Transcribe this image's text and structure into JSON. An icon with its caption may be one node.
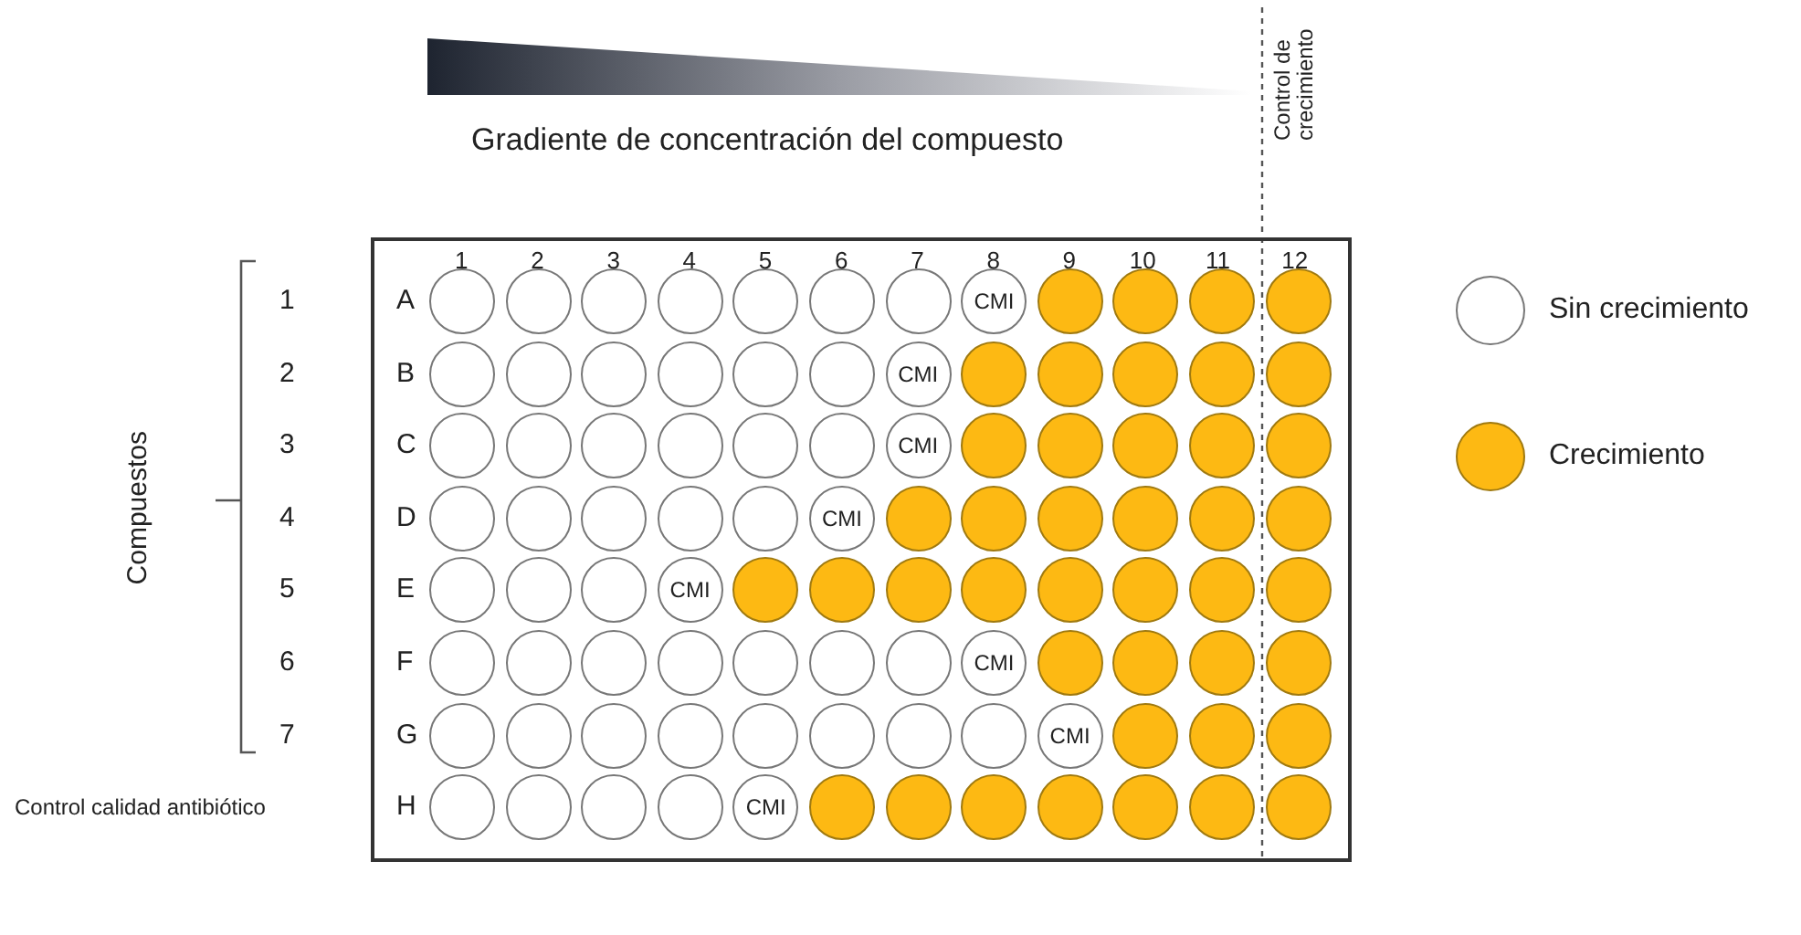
{
  "diagram": {
    "nodes": [
      {
        "text": [],
        "shape": "box"
      },
      {
        "text": [],
        "shape": "circle",
        "in": 0
      },
      {
        "text": [],
        "shape": "circle",
        "in": 0
      },
      {
        "text": [],
        "shape": "circle",
        "in": 0
      },
      {
        "text": [],
        "shape": "circle",
        "in": 0
      },
      {
        "text": [],
        "shape": "circle",
        "in": 0
      },
      {
        "text": [],
        "shape": "circle",
        "in": 0
      },
      {
        "text": [],
        "shape": "circle",
        "in": 0
      },
      {
        "text": [
          "CMI"
        ],
        "in": 0
      },
      {
        "text": [],
        "shape": "circle",
        "in": 0
      },
      {
        "text": [],
        "shape": "circle",
        "in": 0
      },
      {
        "text": [],
        "shape": "circle",
        "in": 0
      },
      {
        "text": [],
        "shape": "circle",
        "in": 0
      },
      {
        "text": [],
        "shape": "circle",
        "in": 0
      },
      {
        "text": [],
        "shape": "circle",
        "in": 0
      },
      {
        "text": [],
        "shape": "circle",
        "in": 0
      },
      {
        "text": [],
        "shape": "circle",
        "in": 0
      },
      {
        "text": [],
        "shape": "circle",
        "in": 0
      },
      {
        "text": [],
        "shape": "circle",
        "in": 0
      },
      {
        "text": [
          "CMI"
        ],
        "in": 0
      },
      {
        "text": [],
        "shape": "circle",
        "in": 0
      },
      {
        "text": [],
        "shape": "circle",
        "in": 0
      },
      {
        "text": [],
        "shape": "circle",
        "in": 0
      },
      {
        "text": [],
        "shape": "circle",
        "in": 0
      },
      {
        "text": [],
        "shape": "circle",
        "in": 0
      },
      {
        "text": [],
        "shape": "circle",
        "in": 0
      },
      {
        "text": [],
        "shape": "circle",
        "in": 0
      },
      {
        "text": [],
        "shape": "circle",
        "in": 0
      },
      {
        "text": [],
        "shape": "circle",
        "in": 0
      },
      {
        "text": [],
        "shape": "circle",
        "in": 0
      },
      {
        "text": [],
        "shape": "circle",
        "in": 0
      },
      {
        "text": [
          "CMI"
        ],
        "in": 0
      },
      {
        "text": [],
        "shape": "circle",
        "in": 0
      },
      {
        "text": [],
        "shape": "circle",
        "in": 0
      },
      {
        "text": [],
        "shape": "circle",
        "in": 0
      },
      {
        "text": [],
        "shape": "circle",
        "in": 0
      },
      {
        "text": [],
        "shape": "circle",
        "in": 0
      },
      {
        "text": [],
        "shape": "circle",
        "in": 0
      },
      {
        "text": [],
        "shape": "circle",
        "in": 0
      },
      {
        "text": [],
        "shape": "circle",
        "in": 0
      },
      {
        "text": [],
        "shape": "circle",
        "in": 0
      },
      {
        "text": [],
        "shape": "circle",
        "in": 0
      },
      {
        "text": [
          "CMI"
        ],
        "in": 0
      },
      {
        "text": [],
        "shape": "circle",
        "in": 0
      },
      {
        "text": [],
        "shape": "circle",
        "in": 0
      },
      {
        "text": [],
        "shape": "circle",
        "in": 0
      },
      {
        "text": [],
        "shape": "circle",
        "in": 0
      },
      {
        "text": [],
        "shape": "circle",
        "in": 0
      },
      {
        "text": [],
        "shape": "circle",
        "in": 0
      },
      {
        "text": [],
        "shape": "circle",
        "in": 0
      },
      {
        "text": [],
        "shape": "circle",
        "in": 0
      },
      {
        "text": [],
        "shape": "circle",
        "in": 0
      },
      {
        "text": [
          "CMI"
        ],
        "in": 0
      },
      {
        "text": [],
        "shape": "circle",
        "in": 0
      },
      {
        "text": [],
        "shape": "circle",
        "in": 0
      },
      {
        "text": [],
        "shape": "circle",
        "in": 0
      },
      {
        "text": [],
        "shape": "circle",
        "in": 0
      },
      {
        "text": [],
        "shape": "circle",
        "in": 0
      },
      {
        "text": [],
        "shape": "circle",
        "in": 0
      },
      {
        "text": [],
        "shape": "circle",
        "in": 0
      },
      {
        "text": [],
        "shape": "circle",
        "in": 0
      },
      {
        "text": [],
        "shape": "circle",
        "in": 0
      },
      {
        "text": [],
        "shape": "circle",
        "in": 0
      },
      {
        "text": [],
        "shape": "circle",
        "in": 0
      },
      {
        "text": [],
        "shape": "circle",
        "in": 0
      },
      {
        "text": [],
        "shape": "circle",
        "in": 0
      },
      {
        "text": [],
        "shape": "circle",
        "in": 0
      },
      {
        "text": [],
        "shape": "circle",
        "in": 0
      },
      {
        "text": [
          "CMI"
        ],
        "in": 0
      },
      {
        "text": [],
        "shape": "circle",
        "in": 0
      },
      {
        "text": [],
        "shape": "circle",
        "in": 0
      },
      {
        "text": [],
        "shape": "circle",
        "in": 0
      },
      {
        "text": [],
        "shape": "circle",
        "in": 0
      },
      {
        "text": [],
        "shape": "circle",
        "in": 0
      },
      {
        "text": [],
        "shape": "circle",
        "in": 0
      },
      {
        "text": [],
        "shape": "circle",
        "in": 0
      },
      {
        "text": [],
        "shape": "circle",
        "in": 0
      },
      {
        "text": [],
        "shape": "circle",
        "in": 0
      },
      {
        "text": [],
        "shape": "circle",
        "in": 0
      },
      {
        "text": [],
        "shape": "circle",
        "in": 0
      },
      {
        "text": [],
        "shape": "circle",
        "in": 0
      },
      {
        "text": [
          "CMI"
        ],
        "in": 0
      },
      {
        "text": [],
        "shape": "circle",
        "in": 0
      },
      {
        "text": [],
        "shape": "circle",
        "in": 0
      },
      {
        "text": [],
        "shape": "circle",
        "in": 0
      },
      {
        "text": [],
        "shape": "circle",
        "in": 0
      },
      {
        "text": [],
        "shape": "circle",
        "in": 0
      },
      {
        "text": [],
        "shape": "circle",
        "in": 0
      },
      {
        "text": [],
        "shape": "circle",
        "in": 0
      },
      {
        "text": [
          "CMI"
        ],
        "in": 0
      },
      {
        "text": [],
        "shape": "circle",
        "in": 0
      },
      {
        "text": [],
        "shape": "circle",
        "in": 0
      },
      {
        "text": [],
        "shape": "circle",
        "in": 0
      },
      {
        "text": [],
        "shape": "circle",
        "in": 0
      },
      {
        "text": [],
        "shape": "circle",
        "in": 0
      },
      {
        "text": [],
        "shape": "circle",
        "in": 0
      },
      {
        "text": [],
        "shape": "circle",
        "in": 0
      }
    ],
    "labels": [
      "Control de crecimiento",
      "Gradiente de concentración del compuesto",
      "1",
      "2",
      "3",
      "4",
      "5",
      "6",
      "7",
      "8",
      "9",
      "10",
      "11",
      "12",
      "1",
      "2",
      "3",
      "4",
      "5",
      "6",
      "7",
      "Compuestos",
      "Control calidad antibiótico",
      "A",
      "B",
      "C",
      "D",
      "E",
      "F",
      "G",
      "H"
    ],
    "legend": [
      {
        "text": "Sin crecimiento",
        "color": "#ffffff"
      },
      {
        "text": "Crecimiento",
        "color": "#fdb913"
      }
    ]
  }
}
